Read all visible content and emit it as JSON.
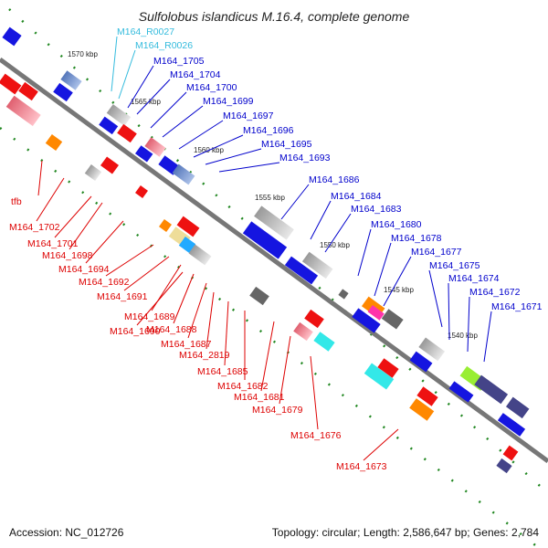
{
  "title": "Sulfolobus islandicus M.16.4, complete genome",
  "accession": "Accession: NC_012726",
  "summary": "Topology: circular; Length: 2,586,647 bp; Genes: 2,784",
  "kbp_ticks": [
    "1570 kbp",
    "1565 kbp",
    "1560 kbp",
    "1555 kbp",
    "1550 kbp",
    "1545 kbp",
    "1540 kbp"
  ],
  "labels_top": [
    {
      "text": "M164_R0027",
      "color": "#33bbdd"
    },
    {
      "text": "M164_R0026",
      "color": "#33bbdd"
    },
    {
      "text": "M164_1705",
      "color": "#0000cc"
    },
    {
      "text": "M164_1704",
      "color": "#0000cc"
    },
    {
      "text": "M164_1700",
      "color": "#0000cc"
    },
    {
      "text": "M164_1699",
      "color": "#0000cc"
    },
    {
      "text": "M164_1697",
      "color": "#0000cc"
    },
    {
      "text": "M164_1696",
      "color": "#0000cc"
    },
    {
      "text": "M164_1695",
      "color": "#0000cc"
    },
    {
      "text": "M164_1693",
      "color": "#0000cc"
    },
    {
      "text": "M164_1686",
      "color": "#0000cc"
    },
    {
      "text": "M164_1684",
      "color": "#0000cc"
    },
    {
      "text": "M164_1683",
      "color": "#0000cc"
    },
    {
      "text": "M164_1680",
      "color": "#0000cc"
    },
    {
      "text": "M164_1678",
      "color": "#0000cc"
    },
    {
      "text": "M164_1677",
      "color": "#0000cc"
    },
    {
      "text": "M164_1675",
      "color": "#0000cc"
    },
    {
      "text": "M164_1674",
      "color": "#0000cc"
    },
    {
      "text": "M164_1672",
      "color": "#0000cc"
    },
    {
      "text": "M164_1671",
      "color": "#0000cc"
    }
  ],
  "labels_bottom": [
    {
      "text": "tfb",
      "color": "#dd0000"
    },
    {
      "text": "M164_1702",
      "color": "#dd0000"
    },
    {
      "text": "M164_1701",
      "color": "#dd0000"
    },
    {
      "text": "M164_1698",
      "color": "#dd0000"
    },
    {
      "text": "M164_1694",
      "color": "#dd0000"
    },
    {
      "text": "M164_1692",
      "color": "#dd0000"
    },
    {
      "text": "M164_1691",
      "color": "#dd0000"
    },
    {
      "text": "M164_1689",
      "color": "#dd0000"
    },
    {
      "text": "M164_1690",
      "color": "#dd0000"
    },
    {
      "text": "M164_1688",
      "color": "#dd0000"
    },
    {
      "text": "M164_1687",
      "color": "#dd0000"
    },
    {
      "text": "M164_2819",
      "color": "#dd0000"
    },
    {
      "text": "M164_1685",
      "color": "#dd0000"
    },
    {
      "text": "M164_1682",
      "color": "#dd0000"
    },
    {
      "text": "M164_1681",
      "color": "#dd0000"
    },
    {
      "text": "M164_1679",
      "color": "#dd0000"
    },
    {
      "text": "M164_1676",
      "color": "#dd0000"
    },
    {
      "text": "M164_1673",
      "color": "#dd0000"
    }
  ],
  "colors": {
    "backbone": "#888888",
    "tick": "#228822",
    "forward_gene": "#1515e0",
    "reverse_gene": "#ee1111"
  }
}
